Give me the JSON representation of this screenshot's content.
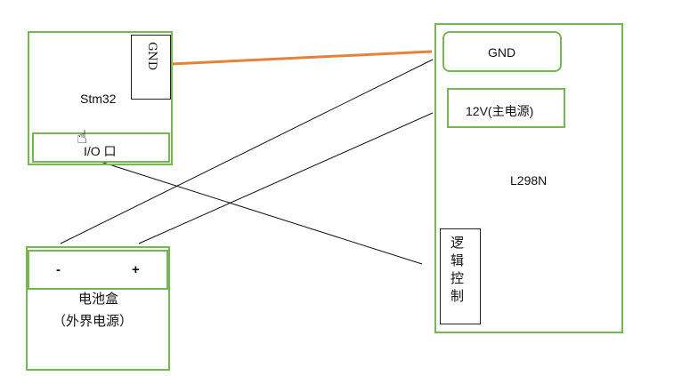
{
  "stm32": {
    "name": "Stm32",
    "gnd_label": "GND",
    "io_label": "I/O 口"
  },
  "l298n": {
    "name": "L298N",
    "gnd_label": "GND",
    "power_label": "12V(主电源)",
    "logic_label": "逻辑控制"
  },
  "battery": {
    "minus_label": "-",
    "plus_label": "+",
    "name": "电池盒",
    "note": "（外界电源）"
  },
  "colors": {
    "border": "#77b555",
    "gnd_wire": "#e5823a",
    "wire": "#111111"
  }
}
